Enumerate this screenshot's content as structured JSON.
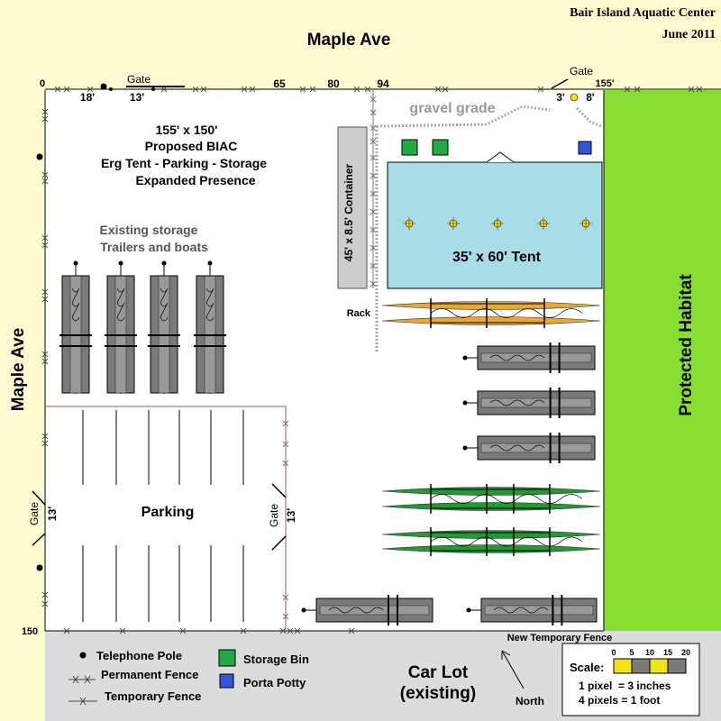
{
  "header": {
    "title": "Bair Island Aquatic Center",
    "date": "June 2011"
  },
  "streets": {
    "north": "Maple Ave",
    "west": "Maple Ave"
  },
  "fence_marks": {
    "m0": "0",
    "m18": "18'",
    "m13": "13'",
    "m65": "65",
    "m80": "80",
    "m94": "94",
    "m3": "3'",
    "m8": "8'",
    "m155": "155'",
    "m150": "150"
  },
  "gates": {
    "top_left": "Gate",
    "top_right": "Gate",
    "west": "Gate",
    "west_width": "13'",
    "parking": "Gate",
    "parking_width": "13'"
  },
  "site": {
    "line1": "155' x 150'",
    "line2": "Proposed BIAC",
    "line3": "Erg Tent - Parking - Storage",
    "line4": "Expanded Presence"
  },
  "storage": {
    "line1": "Existing storage",
    "line2": "Trailers and boats"
  },
  "gravel": "gravel grade",
  "container": "45' x 8.5' Container",
  "tent": "35' x 60' Tent",
  "rack": "Rack",
  "parking": "Parking",
  "habitat": "Protected Habitat",
  "car_lot": {
    "line1": "Car Lot",
    "line2": "(existing)"
  },
  "new_fence": "New Temporary Fence",
  "north": "North",
  "legend": {
    "telephone_pole": "Telephone Pole",
    "permanent_fence": "Permanent Fence",
    "temporary_fence": "Temporary Fence",
    "storage_bin": "Storage Bin",
    "porta_potty": "Porta Potty"
  },
  "scale": {
    "label": "Scale:",
    "ticks": [
      "0",
      "5",
      "10",
      "15",
      "20"
    ],
    "note1": "1 pixel  = 3 inches",
    "note2": "4 pixels = 1 foot"
  },
  "colors": {
    "background": "#fffbd0",
    "site": "#ffffff",
    "tent": "#a8dce6",
    "habitat": "#88dd33",
    "car_lot": "#dcdcdc",
    "storage_bin": "#22aa44",
    "porta_potty": "#3355dd",
    "boat_orange": "#e8a838",
    "boat_green": "#229933",
    "trailer": "#7a7a7a",
    "scale_yellow": "#f2e21a"
  }
}
